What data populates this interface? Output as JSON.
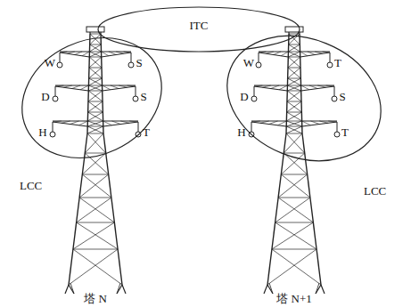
{
  "diagram": {
    "nodes": [
      {
        "text": [
          "ITC"
        ]
      },
      {
        "text": [
          "LCC"
        ]
      },
      {
        "text": [
          "LCC"
        ]
      }
    ],
    "labels": [
      "W",
      "S",
      "D",
      "S",
      "H",
      "T",
      "塔 N",
      "W",
      "T",
      "D",
      "S",
      "H",
      "T",
      "塔 N+1"
    ]
  }
}
